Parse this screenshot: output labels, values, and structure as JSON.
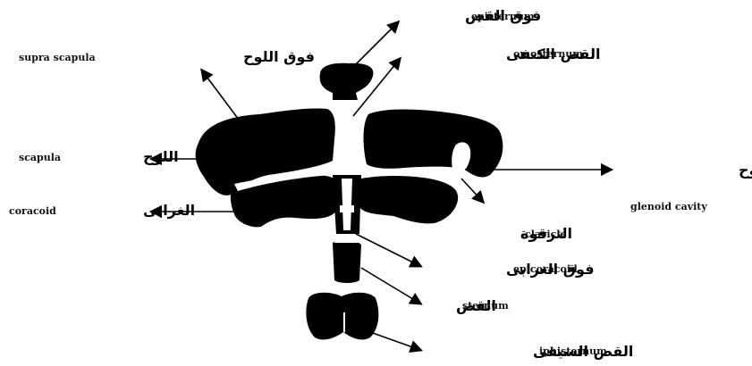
{
  "labels": {
    "episternum": {
      "arabic": "فوق القص",
      "english": "episternum"
    },
    "omosternum": {
      "arabic": "القص الكتفى",
      "english": "omosternum"
    },
    "supra_scapula": {
      "arabic": "فوق اللوح",
      "english": "supra scapula"
    },
    "scapula": {
      "arabic": "اللوح",
      "english": "scapula"
    },
    "glenoid": {
      "arabic": "التجويف الاروح",
      "english": "glenoid cavity"
    },
    "coracoid": {
      "arabic": "الغرابى",
      "english": "coracoid"
    },
    "clavicle": {
      "arabic": "الترقوة",
      "english": "clavicle"
    },
    "epicoracoid": {
      "arabic": "فوق الغرابى",
      "english": "epicoracoid"
    },
    "sternum": {
      "arabic": "القص",
      "english": "sternum"
    },
    "xiphisternum": {
      "arabic": "القص السيفى",
      "english": "iphisternum"
    }
  }
}
